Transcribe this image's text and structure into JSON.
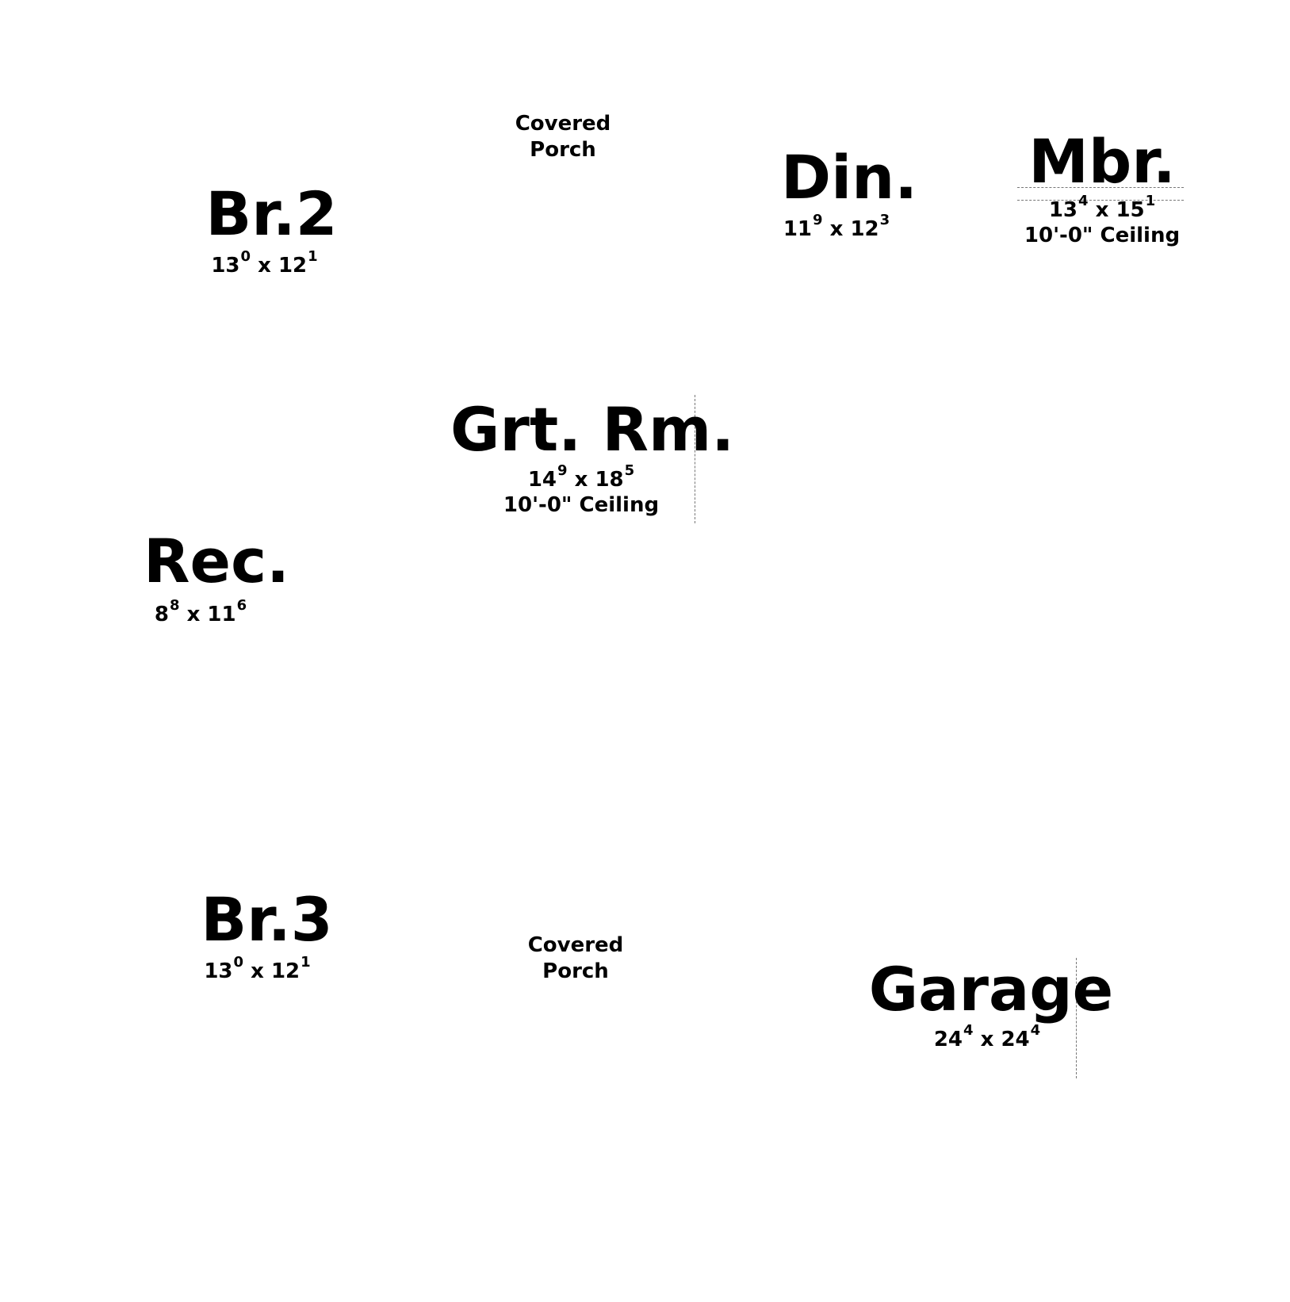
{
  "rooms": {
    "br2": {
      "name": "Br.2",
      "w": "13",
      "w_in": "0",
      "x": "x",
      "l": "12",
      "l_in": "1"
    },
    "din": {
      "name": "Din.",
      "w": "11",
      "w_in": "9",
      "x": "x",
      "l": "12",
      "l_in": "3"
    },
    "mbr": {
      "name": "Mbr.",
      "w": "13",
      "w_in": "4",
      "x": "x",
      "l": "15",
      "l_in": "1",
      "ceiling": "10'-0\" Ceiling"
    },
    "grtrm": {
      "name": "Grt. Rm.",
      "w": "14",
      "w_in": "9",
      "x": "x",
      "l": "18",
      "l_in": "5",
      "ceiling": "10'-0\" Ceiling"
    },
    "rec": {
      "name": "Rec.",
      "w": "8",
      "w_in": "8",
      "x": "x",
      "l": "11",
      "l_in": "6"
    },
    "br3": {
      "name": "Br.3",
      "w": "13",
      "w_in": "0",
      "x": "x",
      "l": "12",
      "l_in": "1"
    },
    "garage": {
      "name": "Garage",
      "w": "24",
      "w_in": "4",
      "x": "x",
      "l": "24",
      "l_in": "4"
    }
  },
  "porches": {
    "top": {
      "line1": "Covered",
      "line2": "Porch"
    },
    "bottom": {
      "line1": "Covered",
      "line2": "Porch"
    }
  }
}
